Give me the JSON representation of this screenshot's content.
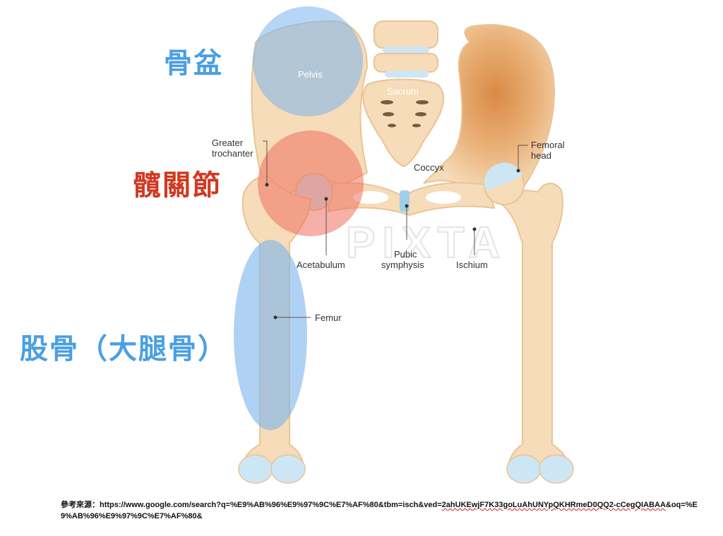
{
  "colors": {
    "bone": "#f6dcb8",
    "bone_shade": "#eac497",
    "bone_dark": "#d98a45",
    "cartilage": "#cde6f4",
    "blue_highlight": "#7ab4ec",
    "red_highlight": "#ef6f5e",
    "label_blue": "#4a9fe4",
    "label_red": "#d03a22"
  },
  "labels": {
    "pelvis_zh": "骨盆",
    "hip_joint_zh": "髖關節",
    "femur_zh": "股骨（大腿骨）"
  },
  "anatomy": {
    "pelvis": "Pelvis",
    "sacrum": "Sacrum",
    "greater_trochanter_1": "Greater",
    "greater_trochanter_2": "trochanter",
    "coccyx": "Coccyx",
    "femoral_head_1": "Femoral",
    "femoral_head_2": "head",
    "acetabulum": "Acetabulum",
    "pubic_symphysis_1": "Pubic",
    "pubic_symphysis_2": "symphysis",
    "ischium": "Ischium",
    "femur": "Femur"
  },
  "watermark": "PIXTA",
  "source": {
    "prefix": "參考來源：",
    "url_plain": "https://www.google.com/search?q=%E9%AB%96%E9%97%9C%E7%AF%80&tbm=isch&ved=",
    "url_flagged": "2ahUKEwjF7K33goLuAhUNYpQKHRmeD0QQ2-cCegQIABAA",
    "url_tail": "&oq=%E9%AB%96%E9%97%9C%E7%AF%80&"
  }
}
